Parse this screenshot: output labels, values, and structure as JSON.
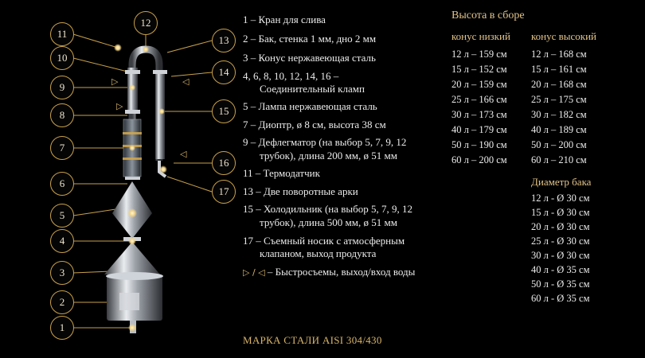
{
  "callouts": [
    "1",
    "2",
    "3",
    "4",
    "5",
    "6",
    "7",
    "8",
    "9",
    "10",
    "11",
    "12",
    "13",
    "14",
    "15",
    "16",
    "17"
  ],
  "legend": [
    {
      "text": "1 – Кран для слива"
    },
    {
      "text": "2 – Бак, стенка 1 мм, дно 2 мм"
    },
    {
      "text": "3 – Конус нержавеющая сталь"
    },
    {
      "text": "4, 6, 8, 10, 12, 14, 16 –",
      "cont": "Соединительный кламп"
    },
    {
      "text": "5 – Лампа нержавеющая сталь"
    },
    {
      "text": "7 – Диоптр, ø 8 см, высота 38 см"
    },
    {
      "text": "9 – Дефлегматор (на выбор 5, 7, 9, 12",
      "cont": "трубок), длина 200 мм, ø 51 мм"
    },
    {
      "text": "11 – Термодатчик"
    },
    {
      "text": "13 – Две поворотные арки"
    },
    {
      "text": "15 – Холодильник (на выбор 5, 7, 9, 12",
      "cont": "трубок), длина 500 мм, ø 51 мм"
    },
    {
      "text": "17 – Съемный носик с атмосферным",
      "cont": "клапаном, выход продукта"
    }
  ],
  "connectors_note": {
    "symbols": "▷ / ◁",
    "text": "– Быстросъемы, выход/вход воды"
  },
  "height_table": {
    "title": "Высота в сборе",
    "col_low": "конус низкий",
    "col_high": "конус высокий",
    "low": [
      "12 л – 159 см",
      "15 л – 152 см",
      "20 л – 159 см",
      "25 л – 166 см",
      "30 л – 173 см",
      "40 л – 179 см",
      "50 л – 190 см",
      "60 л – 200 см"
    ],
    "high": [
      "12 л – 168 см",
      "15 л – 161 см",
      "20 л – 168 см",
      "25 л – 175 см",
      "30 л – 182 см",
      "40 л – 189 см",
      "50 л – 200 см",
      "60 л – 210 см"
    ]
  },
  "diameter_table": {
    "title": "Диаметр бака",
    "rows": [
      "12 л - Ø 30 см",
      "15 л - Ø 30 см",
      "20 л - Ø 30 см",
      "25 л - Ø 30 см",
      "30 л - Ø 30 см",
      "40 л - Ø 35 см",
      "50 л - Ø 35 см",
      "60 л - Ø 35 см"
    ]
  },
  "steel_grade": "МАРКА СТАЛИ AISI 304/430",
  "colors": {
    "background": "#000000",
    "accent_gold": "#c9a14a",
    "steel": "#b8bcc2"
  }
}
